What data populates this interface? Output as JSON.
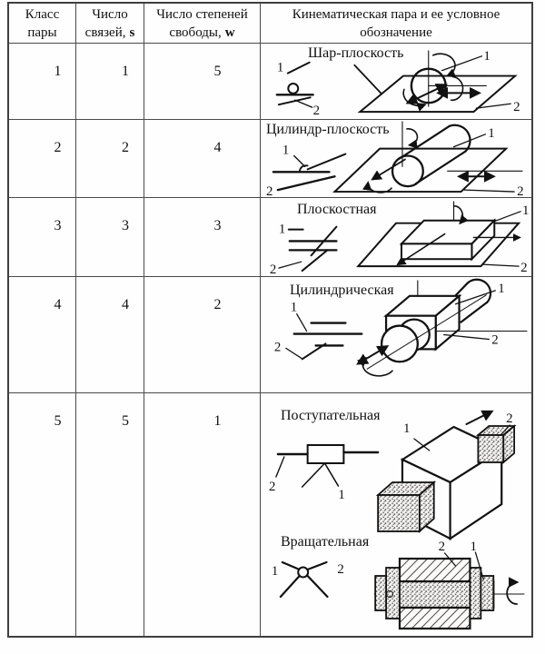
{
  "table": {
    "headers": {
      "col1": {
        "line1": "Класс",
        "line2": "пары"
      },
      "col2": {
        "line1": "Число",
        "line2": "связей,",
        "symbol": "s"
      },
      "col3": {
        "line1": "Число степеней",
        "line2": "свободы,",
        "symbol": "w"
      },
      "col4": {
        "line1": "Кинематическая пара и ее условное",
        "line2": "обозначение"
      }
    },
    "rows": [
      {
        "pair_class": "1",
        "constraints": "1",
        "dof": "5",
        "pairs": [
          {
            "name": "Шар-плоскость",
            "link1": "1",
            "link2": "2"
          }
        ]
      },
      {
        "pair_class": "2",
        "constraints": "2",
        "dof": "4",
        "pairs": [
          {
            "name": "Цилиндр-плоскость",
            "link1": "1",
            "link2": "2"
          }
        ]
      },
      {
        "pair_class": "3",
        "constraints": "3",
        "dof": "3",
        "pairs": [
          {
            "name": "Плоскостная",
            "link1": "1",
            "link2": "2"
          }
        ]
      },
      {
        "pair_class": "4",
        "constraints": "4",
        "dof": "2",
        "pairs": [
          {
            "name": "Цилиндрическая",
            "link1": "1",
            "link2": "2"
          }
        ]
      },
      {
        "pair_class": "5",
        "constraints": "5",
        "dof": "1",
        "pairs": [
          {
            "name": "Поступательная",
            "link1": "1",
            "link2": "2"
          },
          {
            "name": "Вращательная",
            "link1": "1",
            "link2": "2"
          }
        ]
      }
    ]
  },
  "colors": {
    "ink": "#111111",
    "grid": "#4a4a4a",
    "paper": "#fefefe"
  }
}
